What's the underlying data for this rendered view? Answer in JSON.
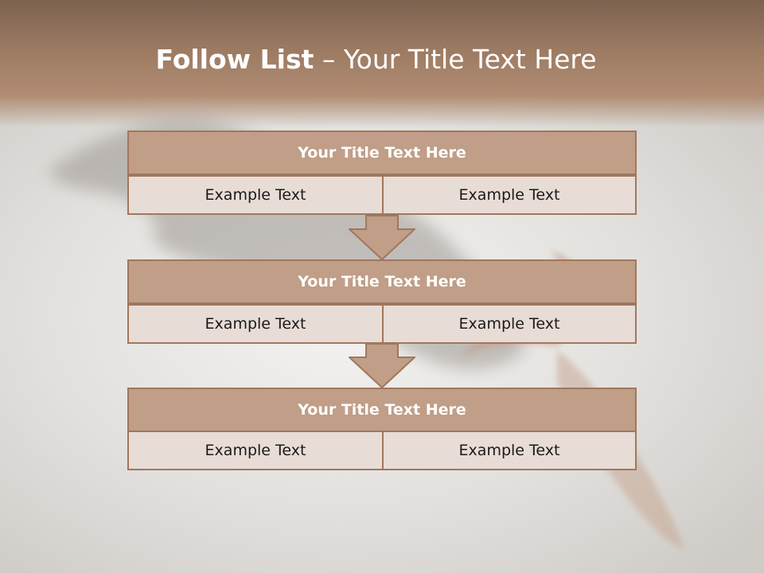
{
  "title": {
    "bold": "Follow List",
    "rest": " – Your Title Text Here"
  },
  "steps": [
    {
      "title": "Your Title Text Here",
      "left": "Example Text",
      "right": "Example Text"
    },
    {
      "title": "Your Title Text Here",
      "left": "Example Text",
      "right": "Example Text"
    },
    {
      "title": "Your Title Text Here",
      "left": "Example Text",
      "right": "Example Text"
    }
  ],
  "colors": {
    "header": "#a27f67",
    "box_title": "#c09e87",
    "box_cell": "#e8dcd6",
    "border": "#a0775e",
    "arrow": "#c09e87"
  }
}
